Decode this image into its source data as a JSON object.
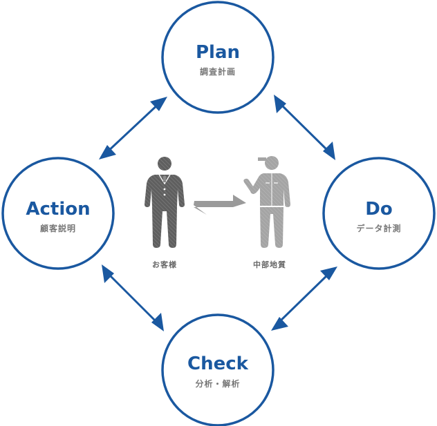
{
  "colors": {
    "accent": "#1a58a0",
    "subtext": "#777777",
    "customer_figure": "#5f5f5f",
    "staff_figure": "#a4a4a4",
    "exchange_arrow": "#9a9a9a"
  },
  "cycle": {
    "nodes": [
      {
        "id": "plan",
        "title": "Plan",
        "subtitle": "調査計画"
      },
      {
        "id": "do",
        "title": "Do",
        "subtitle": "データ計測"
      },
      {
        "id": "check",
        "title": "Check",
        "subtitle": "分析・解析"
      },
      {
        "id": "action",
        "title": "Action",
        "subtitle": "顧客説明"
      }
    ],
    "arrows": [
      {
        "from": "action",
        "to": "plan",
        "bidirectional": true
      },
      {
        "from": "plan",
        "to": "do",
        "bidirectional": true
      },
      {
        "from": "do",
        "to": "check",
        "bidirectional": true
      },
      {
        "from": "check",
        "to": "action",
        "bidirectional": true
      }
    ]
  },
  "center": {
    "customer": {
      "label": "お客様",
      "icon": "businessman-icon"
    },
    "staff": {
      "label": "中部地質",
      "icon": "worker-icon"
    },
    "exchange_icon": "exchange-arrows-icon"
  }
}
